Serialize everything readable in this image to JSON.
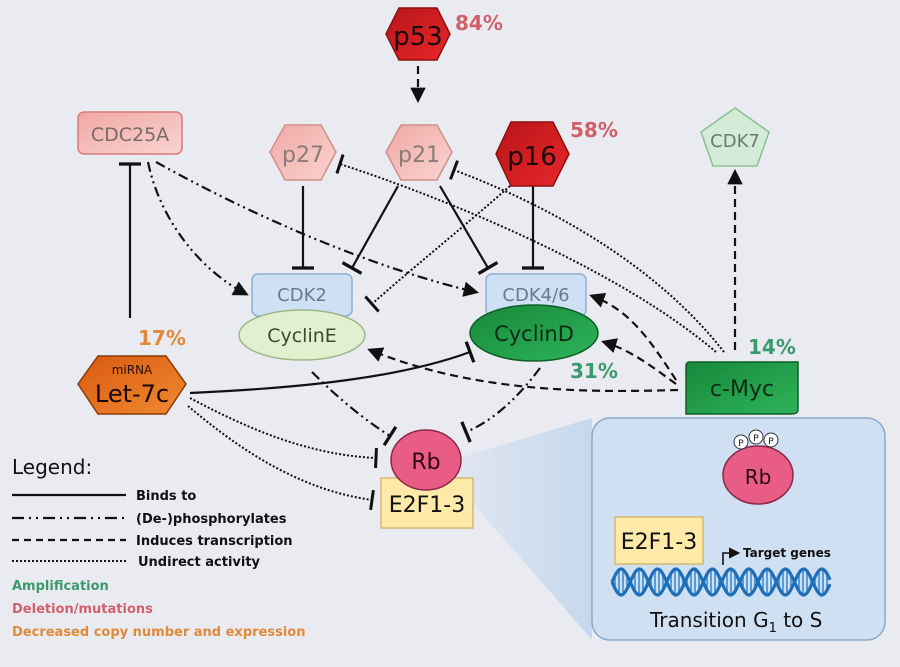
{
  "nodes": {
    "p53": {
      "label": "p53",
      "percent": "84%"
    },
    "cdc25a": {
      "label": "CDC25A"
    },
    "p27": {
      "label": "p27"
    },
    "p21": {
      "label": "p21"
    },
    "p16": {
      "label": "p16",
      "percent": "58%"
    },
    "cdk7": {
      "label": "CDK7"
    },
    "cdk2": {
      "label": "CDK2"
    },
    "cycline": {
      "label": "CyclinE"
    },
    "cdk46": {
      "label": "CDK4/6"
    },
    "cyclind": {
      "label": "CyclinD",
      "percent": "31%"
    },
    "let7c": {
      "sublabel": "miRNA",
      "label": "Let-7c",
      "percent": "17%"
    },
    "cmyc": {
      "label": "c-Myc",
      "percent": "14%"
    },
    "rb": {
      "label": "Rb"
    },
    "e2f": {
      "label": "E2F1-3"
    }
  },
  "inset": {
    "rb_label": "Rb",
    "phospho_label": "P",
    "e2f_label": "E2F1-3",
    "target_label": "Target genes",
    "transition_prefix": "Transition G",
    "transition_sub": "1",
    "transition_suffix": " to S"
  },
  "legend": {
    "title": "Legend:",
    "line_types": [
      {
        "style": "solid",
        "label": "Binds to"
      },
      {
        "style": "dash-dot",
        "label": "(De-)phosphorylates"
      },
      {
        "style": "dashed",
        "label": "Induces transcription"
      },
      {
        "style": "dotted",
        "label": "Undirect activity"
      }
    ],
    "categories": [
      {
        "label": "Amplification",
        "color": "#3a9a6e"
      },
      {
        "label": "Deletion/mutations",
        "color": "#d0606a"
      },
      {
        "label": "Decreased copy number and expression",
        "color": "#e08a3a"
      }
    ]
  },
  "colors": {
    "amplification": "#3a9a6e",
    "deletion": "#d0606a",
    "decreased": "#e08a3a"
  }
}
